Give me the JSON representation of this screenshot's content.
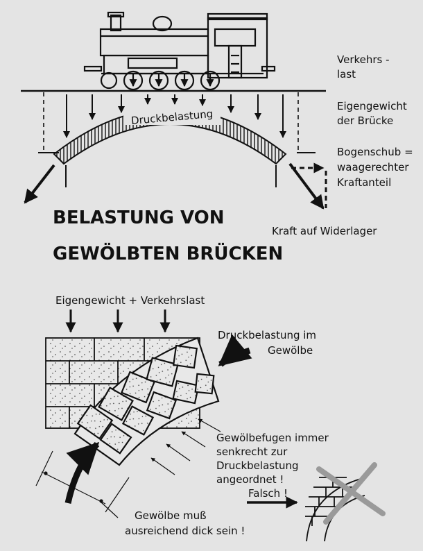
{
  "title": {
    "line1": "BELASTUNG VON",
    "line2": "GEWÖLBTEN BRÜCKEN"
  },
  "top_labels": {
    "verkehrslast_1": "Verkehrs -",
    "verkehrslast_2": "last",
    "eigengewicht_1": "Eigengewicht",
    "eigengewicht_2": "der Brücke",
    "bogenschub_1": "Bogenschub =",
    "bogenschub_2": "waagerechter",
    "bogenschub_3": "Kraftanteil",
    "widerlager": "Kraft auf Widerlager",
    "arch_label": "Druckbelastung"
  },
  "bottom_labels": {
    "load": "Eigengewicht + Verkehrslast",
    "druck_1": "Druckbelastung im",
    "druck_2": "Gewölbe",
    "fugen_1": "Gewölbefugen immer",
    "fugen_2": "senkrecht zur",
    "fugen_3": "Druckbelastung",
    "fugen_4": "angeordnet !",
    "falsch": "Falsch !",
    "dick_1": "Gewölbe muß",
    "dick_2": "ausreichend dick sein !"
  }
}
